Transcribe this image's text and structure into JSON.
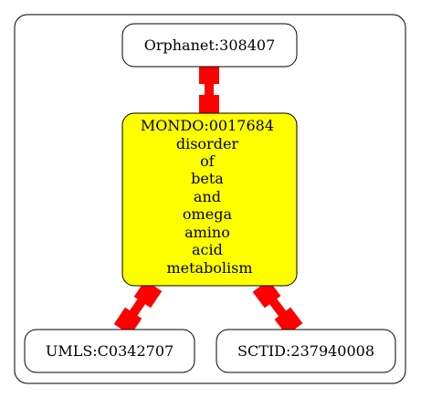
{
  "graph": {
    "nodes": {
      "orphanet": {
        "label": "Orphanet:308407"
      },
      "mondo": {
        "lines": [
          "MONDO:0017684",
          "disorder",
          "of",
          "beta",
          "and",
          "omega",
          "amino",
          "acid",
          "metabolism"
        ],
        "fill": "#ffff00"
      },
      "umls": {
        "label": "UMLS:C0342707"
      },
      "sctid": {
        "label": "SCTID:237940008"
      }
    },
    "edges": [
      {
        "from": "orphanet",
        "to": "mondo"
      },
      {
        "from": "mondo",
        "to": "umls"
      },
      {
        "from": "mondo",
        "to": "sctid"
      }
    ],
    "edge_color": "#ff0000",
    "node_stroke": "#000000",
    "node_fill": "#ffffff"
  }
}
